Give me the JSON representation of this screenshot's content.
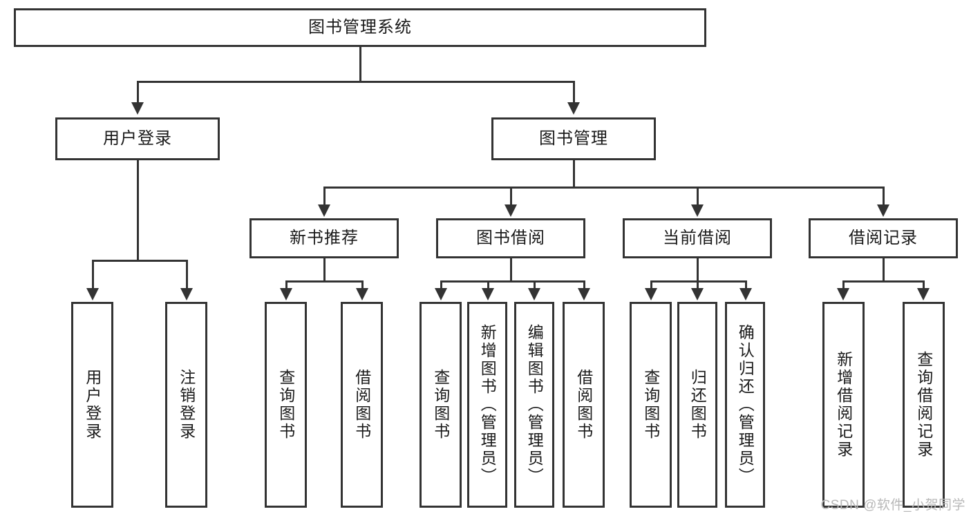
{
  "diagram": {
    "title": "图书管理系统",
    "type": "tree",
    "watermark": "CSDN @软件_小贺同学",
    "colors": {
      "stroke": "#333333",
      "fill": "#ffffff",
      "text": "#1a1a1a",
      "watermark": "#b8b8b8"
    },
    "nodes": {
      "root": {
        "label": "图书管理系统"
      },
      "level2": [
        {
          "id": "user-login",
          "label": "用户登录"
        },
        {
          "id": "book-manage",
          "label": "图书管理"
        }
      ],
      "level3": [
        {
          "id": "new-book-rec",
          "label": "新书推荐"
        },
        {
          "id": "book-borrow",
          "label": "图书借阅"
        },
        {
          "id": "current-borrow",
          "label": "当前借阅"
        },
        {
          "id": "borrow-record",
          "label": "借阅记录"
        }
      ],
      "leaves": {
        "user_login": [
          {
            "id": "leaf-user-login",
            "label": "用户登录"
          },
          {
            "id": "leaf-logout-login",
            "label": "注销登录"
          }
        ],
        "new_book_rec": [
          {
            "id": "leaf-query-book-1",
            "label": "查询图书"
          },
          {
            "id": "leaf-borrow-book-1",
            "label": "借阅图书"
          }
        ],
        "book_borrow": [
          {
            "id": "leaf-query-book-2",
            "label": "查询图书"
          },
          {
            "id": "leaf-add-book",
            "label": "新增图书（管理员）"
          },
          {
            "id": "leaf-edit-book",
            "label": "编辑图书（管理员）"
          },
          {
            "id": "leaf-borrow-book-2",
            "label": "借阅图书"
          }
        ],
        "current_borrow": [
          {
            "id": "leaf-query-book-3",
            "label": "查询图书"
          },
          {
            "id": "leaf-return-book",
            "label": "归还图书"
          },
          {
            "id": "leaf-confirm-return",
            "label": "确认归还（管理员）"
          }
        ],
        "borrow_record": [
          {
            "id": "leaf-add-record",
            "label": "新增借阅记录"
          },
          {
            "id": "leaf-query-record",
            "label": "查询借阅记录"
          }
        ]
      }
    }
  }
}
